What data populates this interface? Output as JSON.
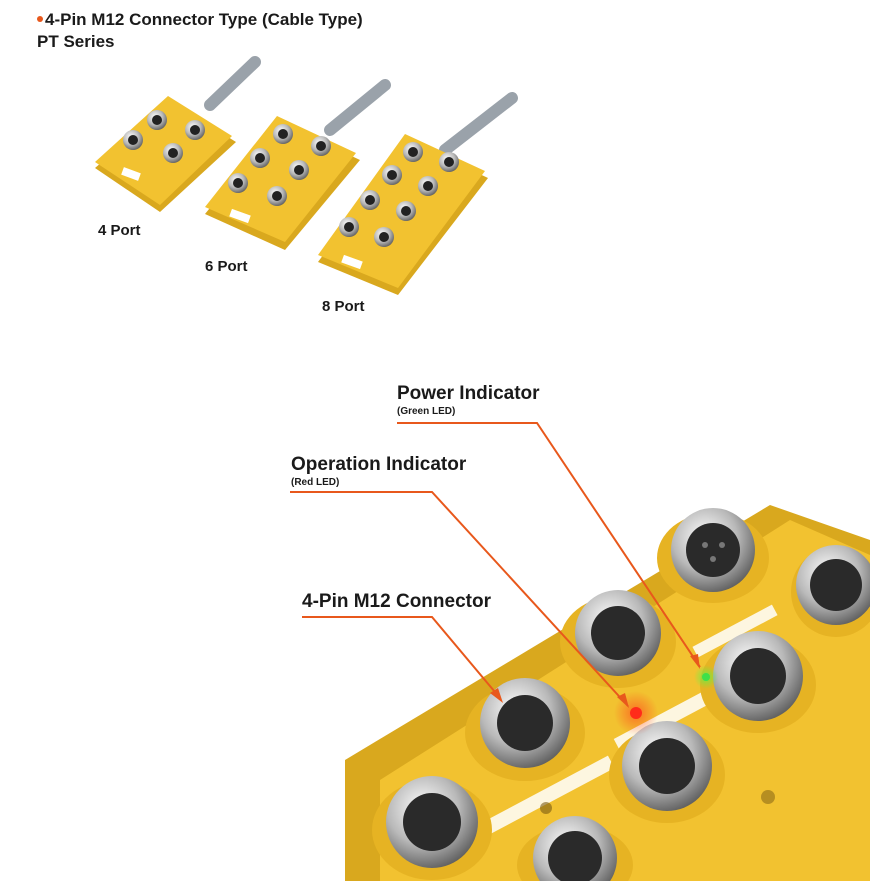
{
  "header": {
    "title": "4-Pin M12 Connector Type (Cable Type)",
    "subtitle": "PT Series"
  },
  "products": [
    {
      "label": "4 Port"
    },
    {
      "label": "6 Port"
    },
    {
      "label": "8 Port"
    }
  ],
  "callouts": {
    "power": {
      "title": "Power Indicator",
      "note": "(Green LED)"
    },
    "operation": {
      "title": "Operation Indicator",
      "note": "(Red LED)"
    },
    "connector": {
      "title": "4-Pin M12 Connector"
    }
  },
  "colors": {
    "accent": "#e8581c",
    "housing": "#f2c230",
    "led_green": "#3ee04a",
    "led_red": "#ff2b1a"
  }
}
